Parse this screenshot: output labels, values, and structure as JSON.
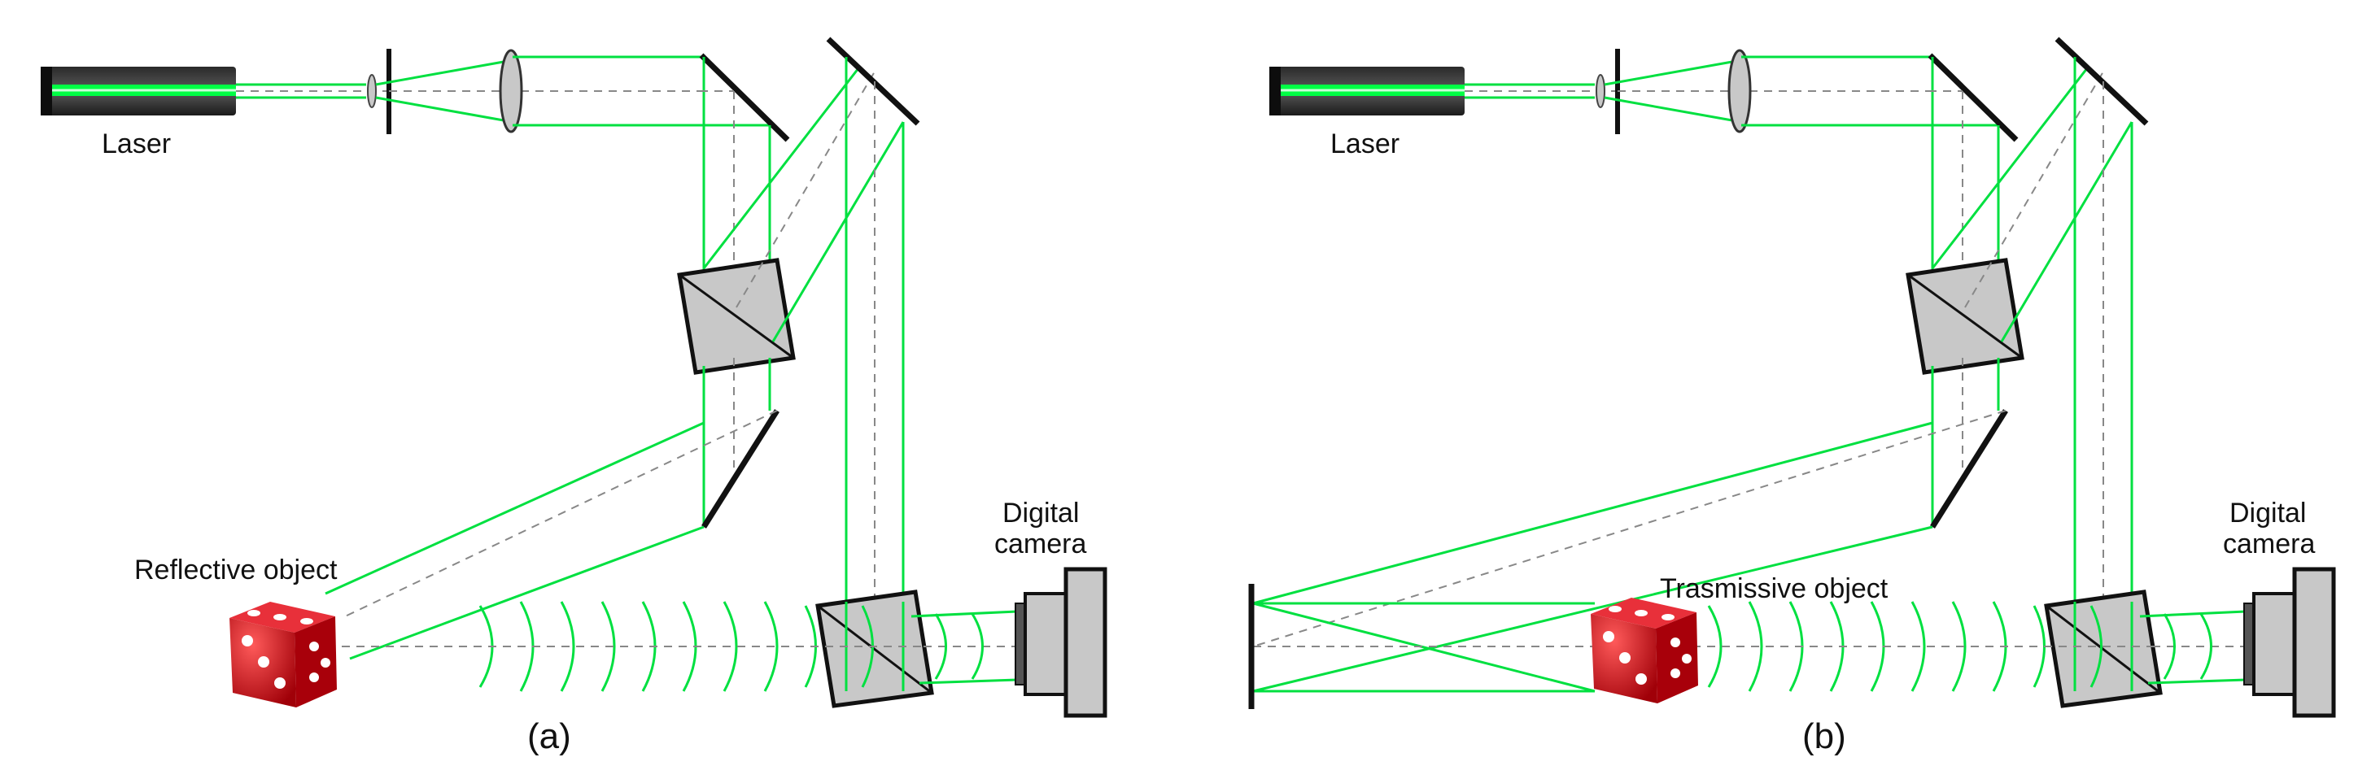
{
  "panels": [
    {
      "id": "a",
      "laser_label": "Laser",
      "object_label": "Reflective object",
      "camera_label_line1": "Digital",
      "camera_label_line2": "camera",
      "caption": "(a)"
    },
    {
      "id": "b",
      "laser_label": "Laser",
      "object_label": "Trasmissive object",
      "camera_label_line1": "Digital",
      "camera_label_line2": "camera",
      "caption": "(b)"
    }
  ],
  "colors": {
    "beam": "#00e040",
    "axis": "#888888",
    "optic_fill": "#c8c8c8",
    "optic_stroke": "#111111",
    "dice": "#d8141c"
  }
}
